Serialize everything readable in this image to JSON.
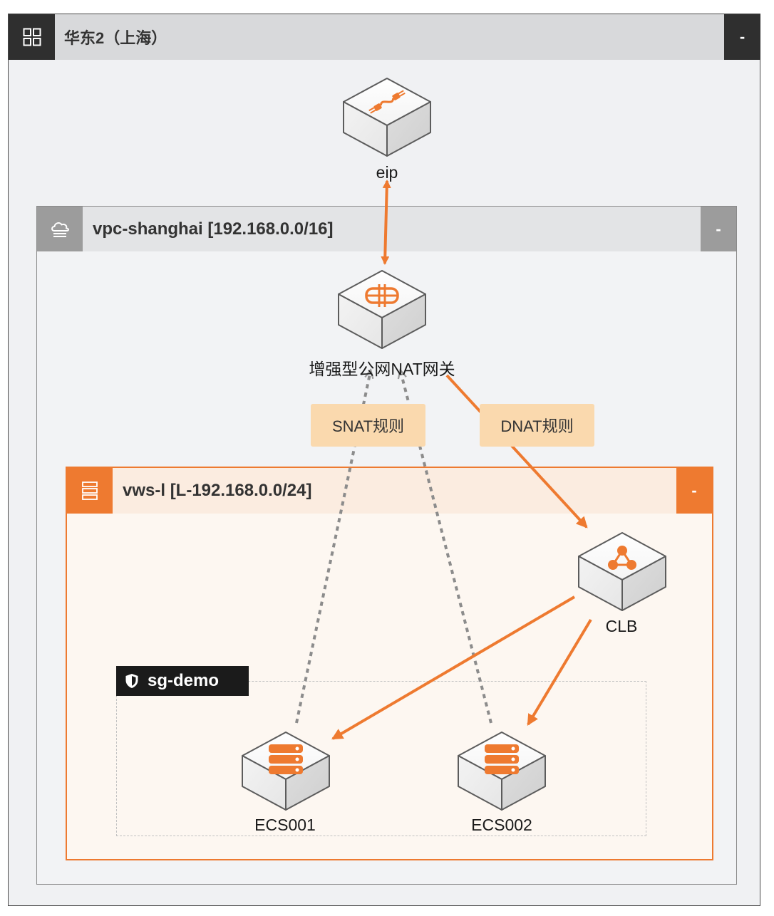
{
  "region": {
    "title": "华东2（上海）",
    "collapse_label": "-",
    "icon": "grid-icon"
  },
  "vpc": {
    "title": "vpc-shanghai [192.168.0.0/16]",
    "collapse_label": "-",
    "icon": "cloud-icon"
  },
  "vswitch": {
    "title": "vws-l [L-192.168.0.0/24]",
    "collapse_label": "-",
    "icon": "server-stack-icon"
  },
  "security_group": {
    "label": "sg-demo",
    "icon": "shield-icon"
  },
  "nodes": {
    "eip": {
      "label": "eip",
      "icon": "plug-cable-icon"
    },
    "nat": {
      "label": "增强型公网NAT网关",
      "icon": "nat-gateway-icon"
    },
    "clb": {
      "label": "CLB",
      "icon": "load-balancer-icon"
    },
    "ecs1": {
      "label": "ECS001",
      "icon": "server-icon"
    },
    "ecs2": {
      "label": "ECS002",
      "icon": "server-icon"
    }
  },
  "rules": {
    "snat": "SNAT规则",
    "dnat": "DNAT规则"
  },
  "colors": {
    "accent": "#ee7a30",
    "dark_header": "#2f2f2f",
    "vpc_header": "#9c9c9c",
    "rule_tag": "#fad9ae",
    "dashed_edge": "#8c8c8c"
  }
}
